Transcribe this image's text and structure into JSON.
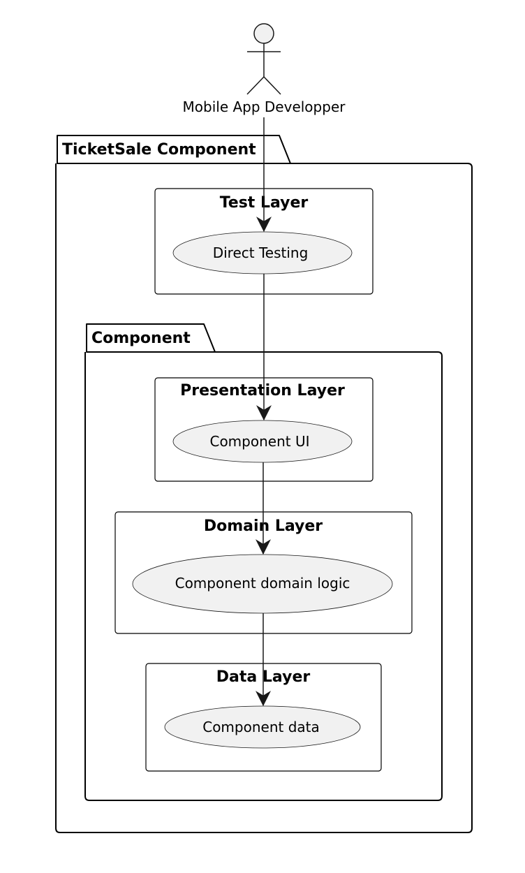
{
  "actor": {
    "label": "Mobile App Developper"
  },
  "packages": {
    "outer": {
      "label": "TicketSale Component"
    },
    "inner": {
      "label": "Component"
    }
  },
  "layers": {
    "test": {
      "title": "Test Layer",
      "usecase": "Direct Testing"
    },
    "presentation": {
      "title": "Presentation Layer",
      "usecase": "Component UI"
    },
    "domain": {
      "title": "Domain Layer",
      "usecase": "Component domain logic"
    },
    "data": {
      "title": "Data Layer",
      "usecase": "Component data"
    }
  },
  "colors": {
    "usecase_fill": "#f1f1f1",
    "line": "#181818",
    "border": "#000000"
  }
}
